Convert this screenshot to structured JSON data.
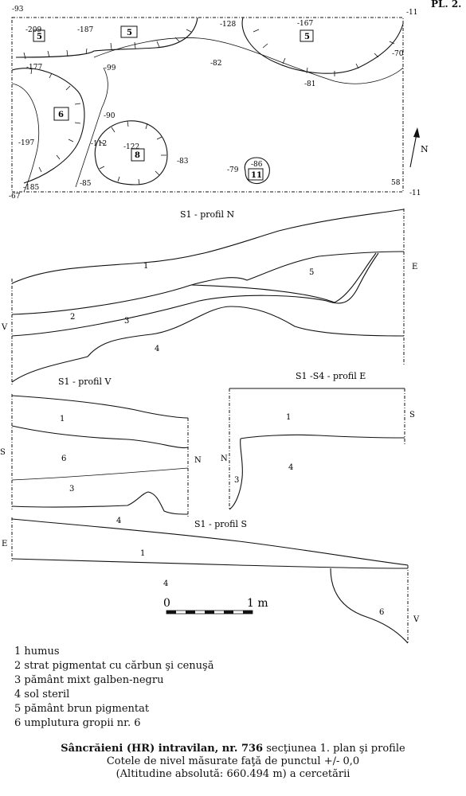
{
  "plate": "PL. 2.",
  "plan": {
    "levels": [
      "-93",
      "-209",
      "-187",
      "-128",
      "-167",
      "-11",
      "-70",
      "-82",
      "-81",
      "-99",
      "-177",
      "-90",
      "-112",
      "-122",
      "-83",
      "-197",
      "-185",
      "-85",
      "-67",
      "-79",
      "-86",
      "58",
      "-11"
    ],
    "pits": [
      "5",
      "5",
      "5",
      "6",
      "8",
      "11"
    ],
    "north": "N"
  },
  "profiles": {
    "north": {
      "title": "S1 - profil N",
      "left": "V",
      "right": "E",
      "layers": [
        "1",
        "5",
        "2",
        "3",
        "4"
      ]
    },
    "west": {
      "title": "S1 - profil V",
      "left": "S",
      "right": "N",
      "layers": [
        "1",
        "6",
        "3",
        "4"
      ]
    },
    "east": {
      "title": "S1 -S4 - profil E",
      "left": "N",
      "right": "S",
      "layers": [
        "1",
        "4",
        "3"
      ]
    },
    "south": {
      "title": "S1 - profil S",
      "left": "E",
      "right": "V",
      "layers": [
        "1",
        "4",
        "6"
      ]
    }
  },
  "scale": {
    "start": "0",
    "end": "1 m"
  },
  "legend": [
    "1 humus",
    "2 strat pigmentat cu cărbun şi cenuşă",
    "3 pământ mixt galben-negru",
    "4 sol steril",
    "5 pământ brun pigmentat",
    "6 umplutura gropii nr. 6"
  ],
  "caption": {
    "bold": "Sâncrăieni (HR) intravilan, nr. 736",
    "rest": " secţiunea 1. plan şi profile",
    "line2": "Cotele de nivel măsurate faţă de punctul +/- 0,0",
    "line3": "(Altitudine absolută: 660.494 m) a cercetării"
  }
}
